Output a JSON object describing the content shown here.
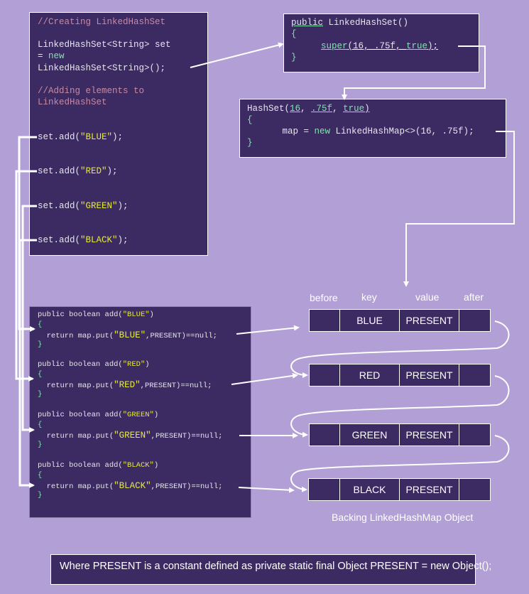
{
  "creation_box": {
    "comment1": "//Creating LinkedHashSet",
    "decl_line1": "LinkedHashSet<String> set",
    "decl_eq": "= ",
    "decl_new": "new",
    "decl_line3": "LinkedHashSet<String>();",
    "comment2_line1": "//Adding elements to",
    "comment2_line2": "LinkedHashSet",
    "add_calls": [
      {
        "prefix": "set.add(",
        "arg": "\"BLUE\"",
        "suffix": ");"
      },
      {
        "prefix": "set.add(",
        "arg": "\"RED\"",
        "suffix": ");"
      },
      {
        "prefix": "set.add(",
        "arg": "\"GREEN\"",
        "suffix": ");"
      },
      {
        "prefix": "set.add(",
        "arg": "\"BLACK\"",
        "suffix": ");"
      }
    ]
  },
  "constructor_box": {
    "kw_public": "public",
    "signature": " LinkedHashSet()",
    "open_brace": "{",
    "kw_super": "super",
    "super_args_a": "(16, .75f, ",
    "kw_true": "true",
    "super_args_b": ");",
    "close_brace": "}"
  },
  "hashset_box": {
    "name": "HashSet(",
    "arg1": "16",
    "sep1": ", ",
    "arg2": ".75f",
    "sep2": ", ",
    "arg3": "true",
    "close": ")",
    "open_brace": "{",
    "map_assign": "     map = ",
    "kw_new": "new",
    "map_rest": " LinkedHashMap<>(16, .75f);",
    "close_brace": "}"
  },
  "add_methods": [
    {
      "sig_prefix": "public boolean add(",
      "sig_arg": "\"BLUE\"",
      "sig_suffix": ")",
      "open": "{",
      "ret_prefix": "  return map.put(",
      "ret_arg": "\"BLUE\"",
      "ret_suffix": ",PRESENT)==null;",
      "close": "}"
    },
    {
      "sig_prefix": "public boolean add(",
      "sig_arg": "\"RED\"",
      "sig_suffix": ")",
      "open": "{",
      "ret_prefix": "  return map.put(",
      "ret_arg": "\"RED\"",
      "ret_suffix": ",PRESENT)==null;",
      "close": "}"
    },
    {
      "sig_prefix": "public boolean add(",
      "sig_arg": "\"GREEN\"",
      "sig_suffix": ")",
      "open": "{",
      "ret_prefix": "  return map.put(",
      "ret_arg": "\"GREEN\"",
      "ret_suffix": ",PRESENT)==null;",
      "close": "}"
    },
    {
      "sig_prefix": "public boolean add(",
      "sig_arg": "\"BLACK\"",
      "sig_suffix": ")",
      "open": "{",
      "ret_prefix": "  return map.put(",
      "ret_arg": "\"BLACK\"",
      "ret_suffix": ",PRESENT)==null;",
      "close": "}"
    }
  ],
  "map_table": {
    "headers": {
      "before": "before",
      "key": "key",
      "value": "value",
      "after": "after"
    },
    "entries": [
      {
        "before": "",
        "key": "BLUE",
        "value": "PRESENT",
        "after": ""
      },
      {
        "before": "",
        "key": "RED",
        "value": "PRESENT",
        "after": ""
      },
      {
        "before": "",
        "key": "GREEN",
        "value": "PRESENT",
        "after": ""
      },
      {
        "before": "",
        "key": "BLACK",
        "value": "PRESENT",
        "after": ""
      }
    ],
    "caption": "Backing LinkedHashMap Object"
  },
  "footnote": "Where PRESENT is a constant defined as private static final Object PRESENT = new Object();",
  "colors": {
    "background": "#b19fd6",
    "box_fill": "#3c2a62",
    "comment": "#c88aa3",
    "keyword": "#7ce8a8",
    "string": "#e6ea3a",
    "connector": "#ffffff"
  }
}
